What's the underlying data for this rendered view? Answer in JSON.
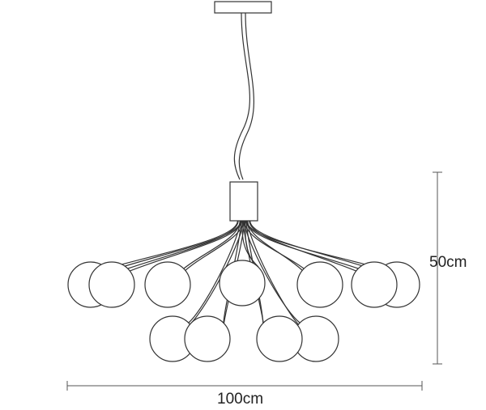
{
  "drawing": {
    "subject": "chandelier",
    "height_label": "50cm",
    "width_label": "100cm",
    "globe_count": 11,
    "line_color": "#333333",
    "dimension_color": "#555555"
  }
}
